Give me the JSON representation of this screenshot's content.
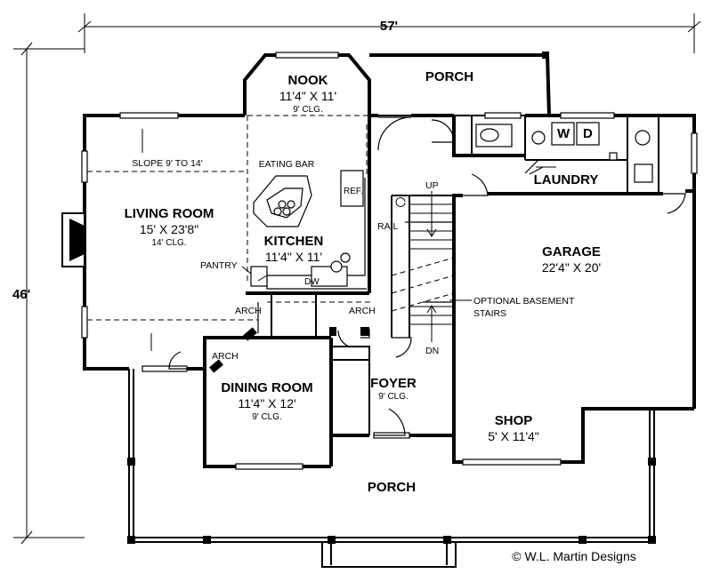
{
  "overall": {
    "width": "57'",
    "depth": "46'"
  },
  "rooms": {
    "nook": {
      "name": "NOOK",
      "size": "11'4\" X 11'",
      "ceiling": "9' CLG."
    },
    "porch_rear": {
      "name": "PORCH"
    },
    "living": {
      "name": "LIVING ROOM",
      "size": "15' X 23'8\"",
      "ceiling": "14' CLG.",
      "slope": "SLOPE 9' TO 14'"
    },
    "kitchen": {
      "name": "KITCHEN",
      "size": "11'4\" X 11'"
    },
    "garage": {
      "name": "GARAGE",
      "size": "22'4\" X 20'"
    },
    "laundry": {
      "name": "LAUNDRY"
    },
    "dining": {
      "name": "DINING ROOM",
      "size": "11'4\" X 12'",
      "ceiling": "9' CLG."
    },
    "foyer": {
      "name": "FOYER",
      "ceiling": "9' CLG."
    },
    "shop": {
      "name": "SHOP",
      "size": "5' X 11'4\""
    },
    "porch_front": {
      "name": "PORCH"
    }
  },
  "labels": {
    "eating_bar": "EATING BAR",
    "ref": "REF.",
    "pantry": "PANTRY",
    "dw": "DW",
    "arch": "ARCH",
    "up": "UP",
    "dn": "DN",
    "rail": "RAIL",
    "washer": "W",
    "dryer": "D",
    "optional_basement": "OPTIONAL BASEMENT",
    "stairs": "STAIRS"
  },
  "copyright": "© W.L. Martin Designs"
}
